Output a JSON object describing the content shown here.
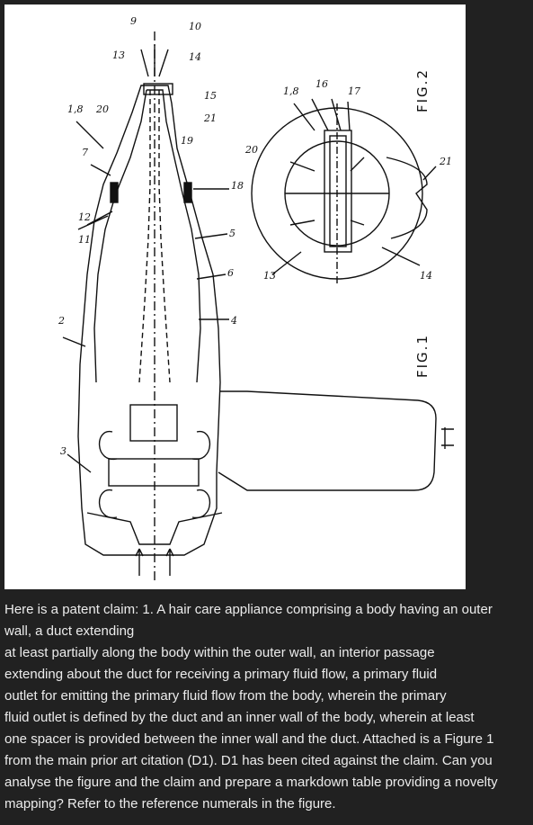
{
  "figure": {
    "fig1_label": "FIG.1",
    "fig2_label": "FIG.2",
    "refs": {
      "r9": "9",
      "r10": "10",
      "r13a": "13",
      "r14a": "14",
      "r15": "15",
      "r21a": "21",
      "r19": "19",
      "r18a": "1,8",
      "r20a": "20",
      "r7": "7",
      "r11": "11",
      "r12": "12",
      "r2": "2",
      "r3": "3",
      "r18": "18",
      "r5": "5",
      "r6": "6",
      "r4": "4",
      "r20b": "20",
      "r18b": "1,8",
      "r16": "16",
      "r17": "17",
      "r13b": "13",
      "r14b": "14",
      "r21b": "21"
    }
  },
  "message": {
    "lines": [
      "Here is a patent claim: 1. A hair care appliance comprising a body having an outer",
      "wall, a duct extending",
      "at least partially along the body within the outer wall, an interior passage",
      "extending about the duct for receiving a primary fluid flow, a primary fluid",
      "outlet for emitting the primary fluid flow from the body, wherein the primary",
      "fluid outlet is defined by the duct and an inner wall of the body, wherein at least",
      "one spacer is provided between the inner wall and the duct. Attached is a Figure 1",
      "from the main prior art citation (D1). D1 has been cited against the claim. Can you",
      "analyse the figure and the claim and prepare a markdown table providing a novelty",
      "mapping? Refer to the reference numerals in the figure."
    ]
  }
}
